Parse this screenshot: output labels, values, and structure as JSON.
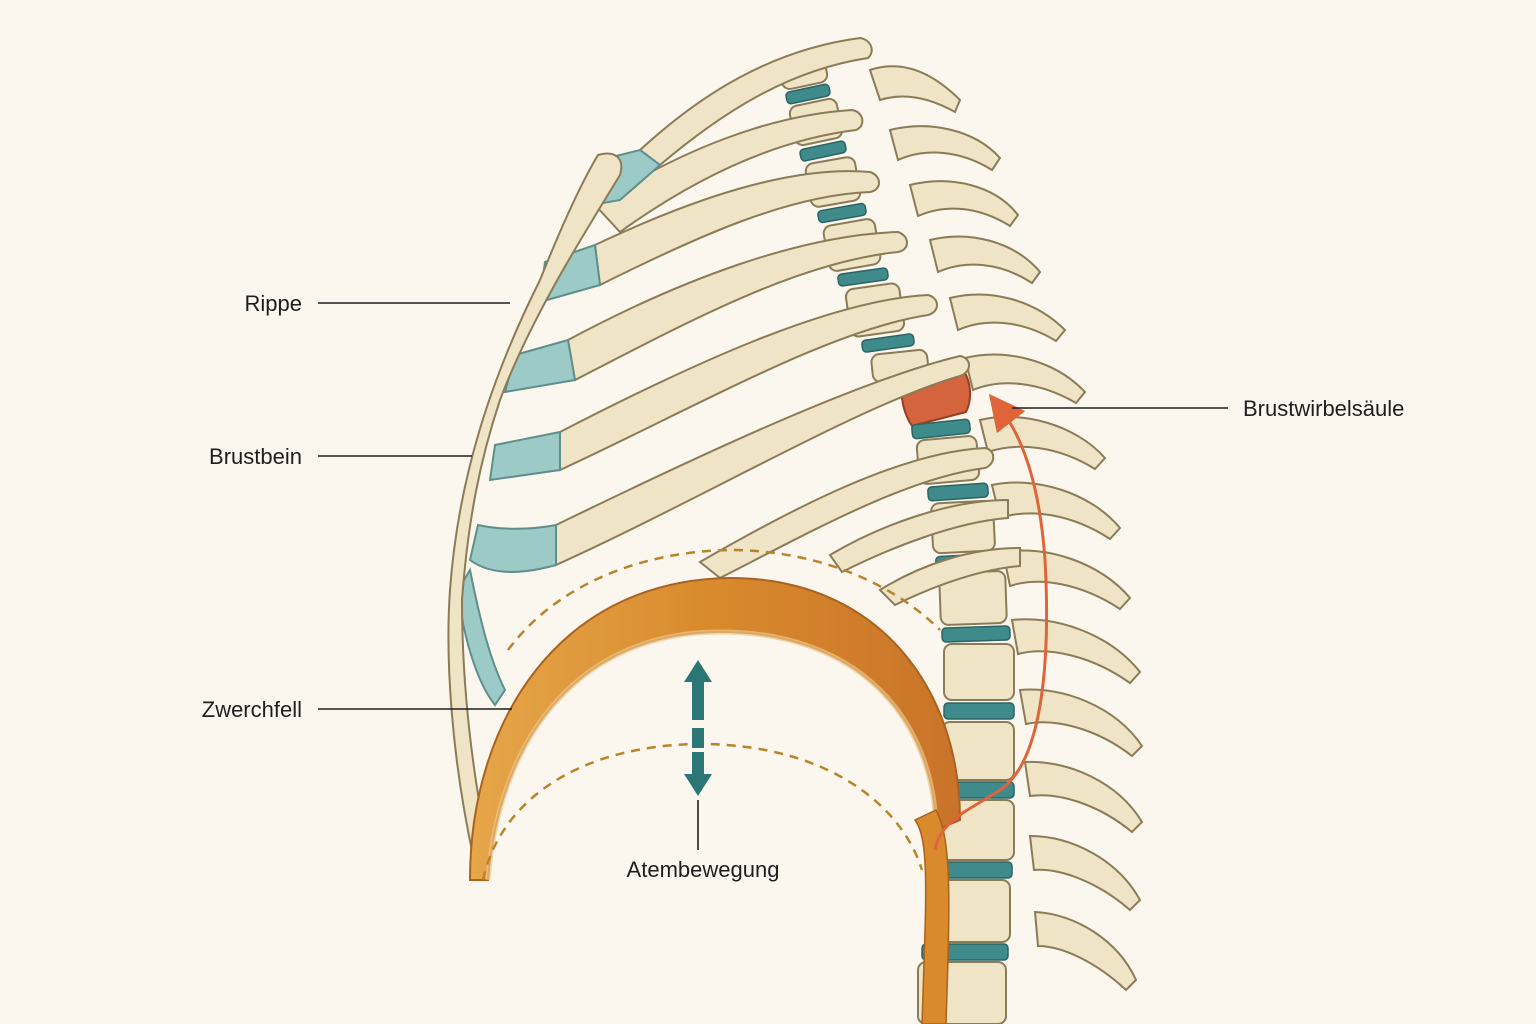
{
  "labels": {
    "rib": "Rippe",
    "sternum": "Brustbein",
    "diaphragm": "Zwerchfell",
    "breathing": "Atembewegung",
    "thoracic_spine": "Brustwirbelsäule"
  },
  "colors": {
    "background": "#fbf7ee",
    "bone": "#efe4c6",
    "bone_outline": "#8b7b56",
    "cartilage": "#9ccac6",
    "disc": "#3f8a8a",
    "diaphragm": "#d98a2b",
    "highlight_vertebra": "#d4643d",
    "arrow_orange": "#e0643a",
    "arrow_teal": "#2a7775",
    "dashed_outline": "#b9832a"
  }
}
